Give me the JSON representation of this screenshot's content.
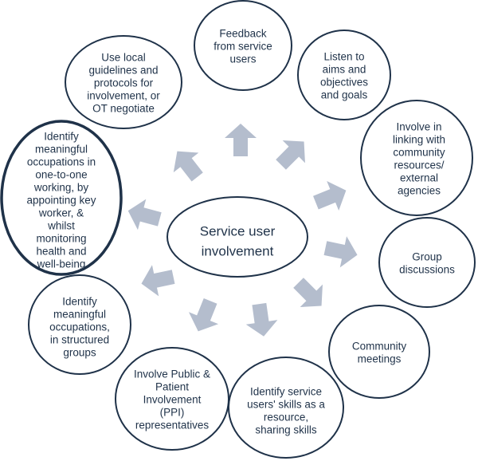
{
  "center": {
    "lines": [
      "Service user",
      "involvement"
    ]
  },
  "nodes": [
    {
      "id": "feedback",
      "lines": [
        "Feedback",
        "from service",
        "users"
      ]
    },
    {
      "id": "listen",
      "lines": [
        "Listen to",
        "aims and",
        "objectives",
        "and goals"
      ]
    },
    {
      "id": "involve-linking",
      "lines": [
        "Involve in",
        "linking with",
        "community",
        "resources/",
        "external",
        "agencies"
      ]
    },
    {
      "id": "group",
      "lines": [
        "Group",
        "discussions"
      ]
    },
    {
      "id": "community",
      "lines": [
        "Community",
        "meetings"
      ]
    },
    {
      "id": "skills",
      "lines": [
        "Identify service",
        "users' skills as a",
        "resource,",
        "sharing skills"
      ]
    },
    {
      "id": "ppi",
      "lines": [
        "Involve Public &",
        "Patient",
        "Involvement",
        "(PPI)",
        "representatives"
      ]
    },
    {
      "id": "structured",
      "lines": [
        "Identify",
        "meaningful",
        "occupations,",
        "in structured",
        "groups"
      ]
    },
    {
      "id": "one-to-one",
      "lines": [
        "Identify",
        "meaningful",
        "occupations in",
        "one-to-one",
        "working, by",
        "appointing key",
        "worker, &",
        "whilst",
        "monitoring",
        "health and",
        "well-being"
      ]
    },
    {
      "id": "guidelines",
      "lines": [
        "Use local",
        "guidelines and",
        "protocols for",
        "involvement, or",
        "OT negotiate"
      ]
    }
  ],
  "colors": {
    "outline": "#1f3249",
    "arrow": "#b4bdcd",
    "text": "#1f3249"
  }
}
